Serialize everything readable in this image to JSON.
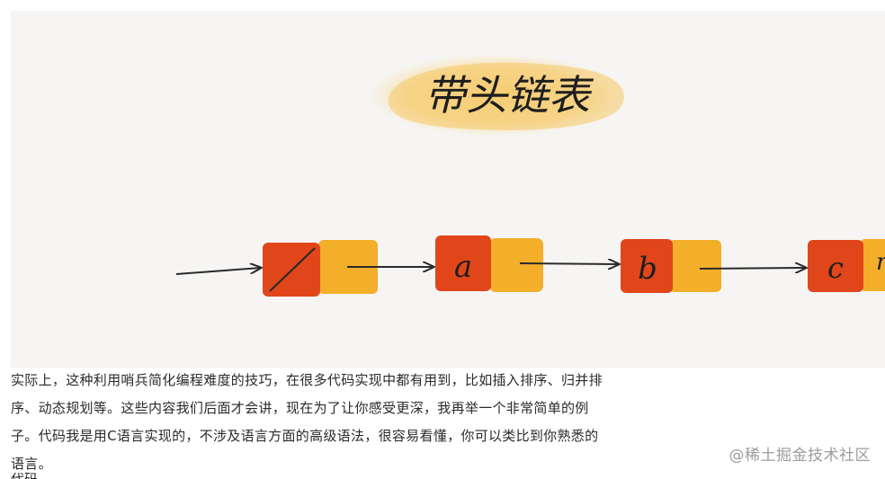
{
  "illustration": {
    "title": "带头链表",
    "nodes": [
      {
        "data": "",
        "kind": "sentinel"
      },
      {
        "data": "a",
        "kind": "node"
      },
      {
        "data": "b",
        "kind": "node"
      },
      {
        "data": "c",
        "kind": "node"
      }
    ],
    "partial_glyph": "n",
    "colors": {
      "data_cell": "#e0461a",
      "next_cell": "#f3ae2a",
      "title_highlight": "#f7d38a",
      "background": "#f6f5f3",
      "arrow": "#2a2a2a"
    }
  },
  "article": {
    "paragraph_lines": [
      "实际上，这种利用哨兵简化编程难度的技巧，在很多代码实现中都有用到，比如插入排序、归并排",
      "序、动态规划等。这些内容我们后面才会讲，现在为了让你感受更深，我再举一个非常简单的例",
      "子。代码我是用C语言实现的，不涉及语言方面的高级语法，很容易看懂，你可以类比到你熟悉的",
      "语言。"
    ],
    "cutoff_text": "代码"
  },
  "watermark": "@稀土掘金技术社区"
}
